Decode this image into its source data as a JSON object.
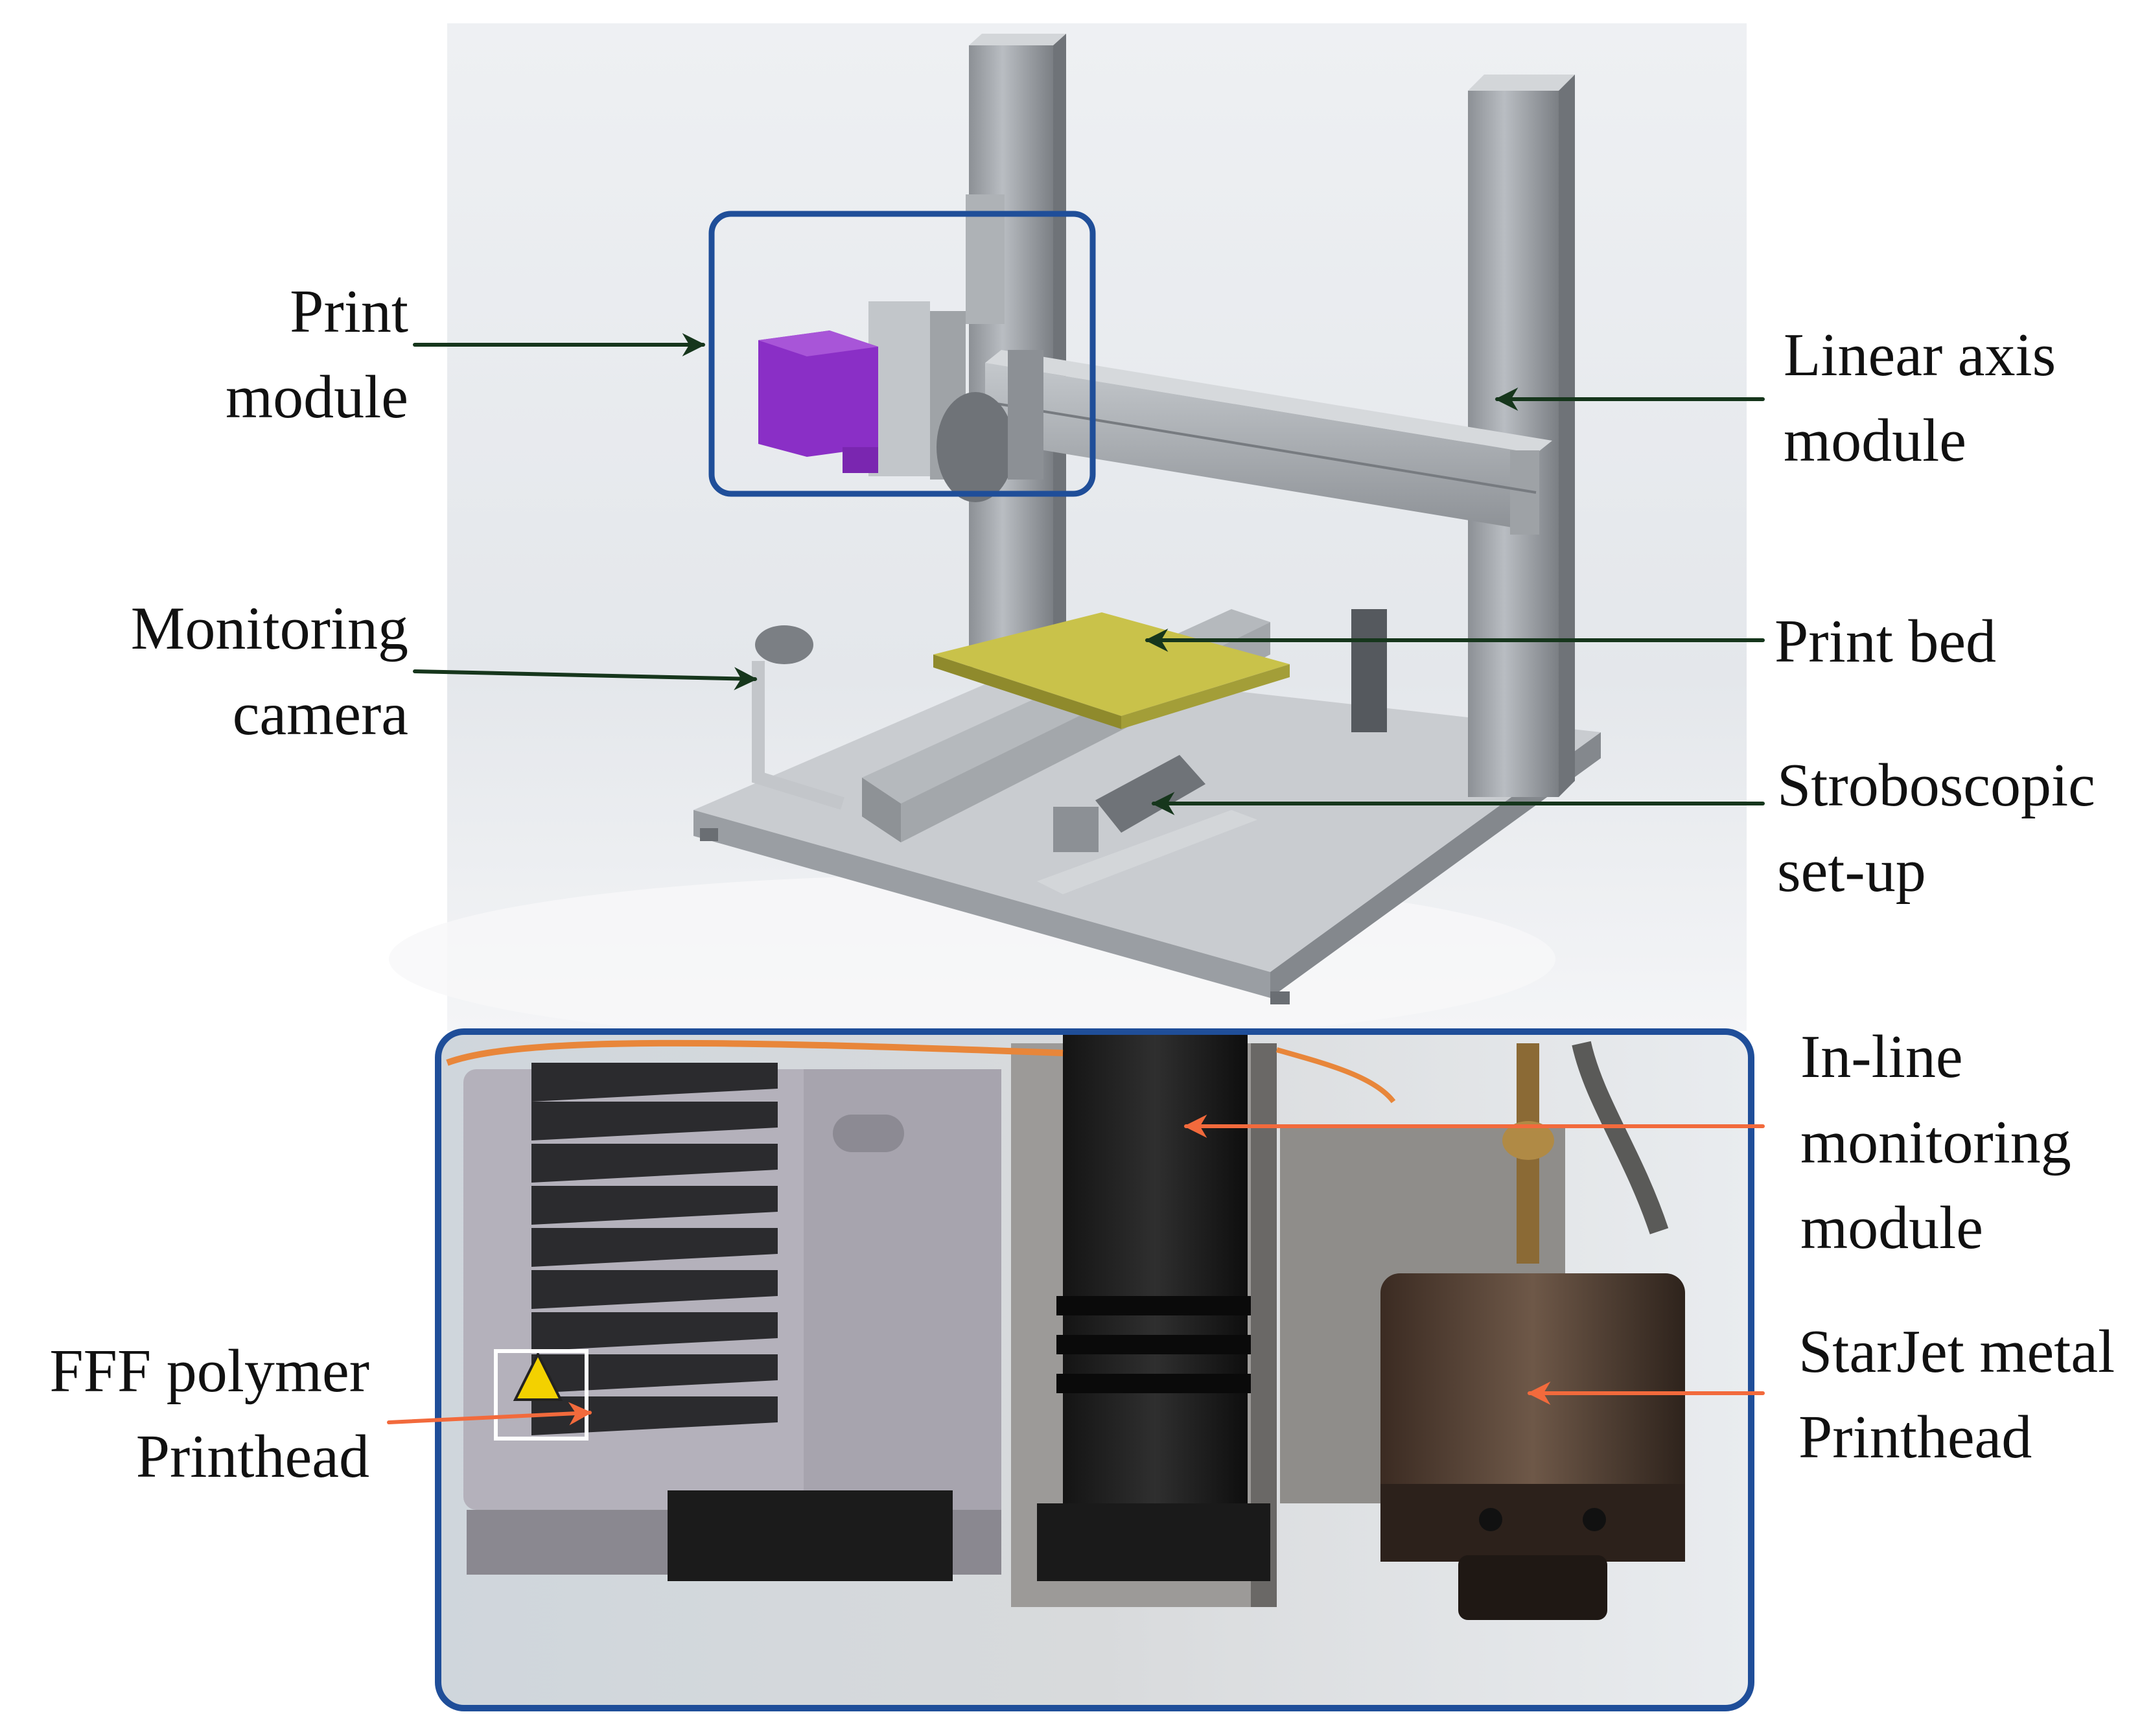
{
  "labels": {
    "print_module": "Print\nmodule",
    "monitoring_camera": "Monitoring\ncamera",
    "linear_axis_module": "Linear axis\nmodule",
    "print_bed": "Print bed",
    "stroboscopic_setup": "Stroboscopic\nset-up",
    "inline_monitoring_module": "In-line\nmonitoring\nmodule",
    "fff_printhead": "FFF polymer\nPrinthead",
    "starjet_printhead": "StarJet metal\nPrinthead"
  },
  "colors": {
    "highlight_box": "#1f4e99",
    "arrow_top": "#16361c",
    "arrow_bottom": "#f26a3c",
    "print_head_accent": "#8a2fc6",
    "print_bed_surface": "#c9c24a"
  }
}
